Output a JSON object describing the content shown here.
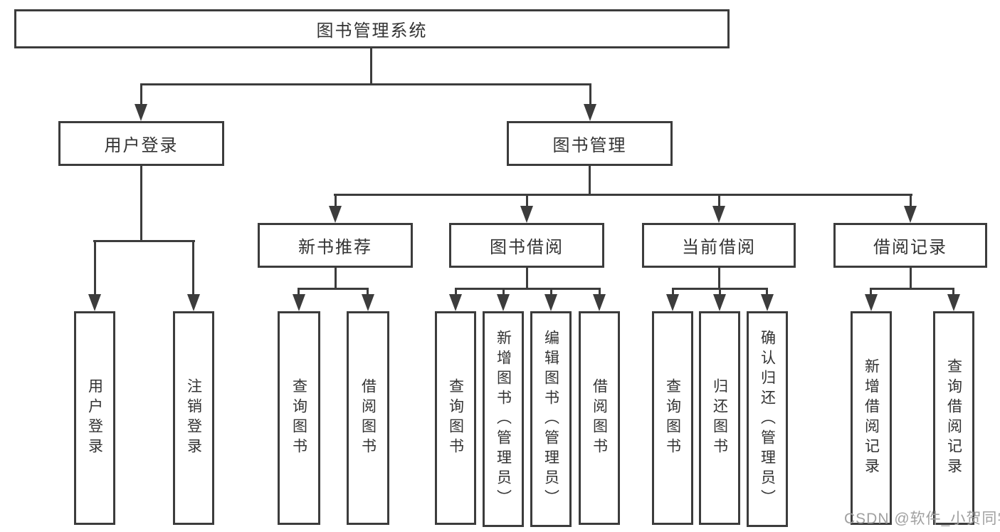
{
  "diagram": {
    "root": "图书管理系统",
    "level2": [
      {
        "label": "用户登录",
        "children": [
          "用户登录",
          "注销登录"
        ]
      },
      {
        "label": "图书管理"
      }
    ],
    "level3": [
      {
        "label": "新书推荐",
        "children": [
          "查询图书",
          "借阅图书"
        ]
      },
      {
        "label": "图书借阅",
        "children": [
          "查询图书",
          "新增图书（管理员）",
          "编辑图书（管理员）",
          "借阅图书"
        ]
      },
      {
        "label": "当前借阅",
        "children": [
          "查询图书",
          "归还图书",
          "确认归还（管理员）"
        ]
      },
      {
        "label": "借阅记录",
        "children": [
          "新增借阅记录",
          "查询借阅记录"
        ]
      }
    ],
    "line_color": "#3c3c3c",
    "text_color": "#333333"
  },
  "watermark": "CSDN @软件_小贺同学"
}
